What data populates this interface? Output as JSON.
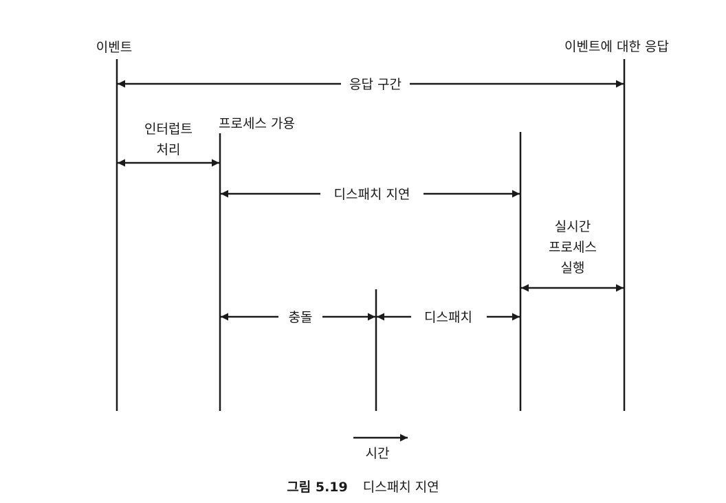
{
  "labels": {
    "event": "이벤트",
    "event_response": "이벤트에 대한 응답",
    "response_interval": "응답 구간",
    "interrupt_processing_line1": "인터럽트",
    "interrupt_processing_line2": "처리",
    "process_available": "프로세스 가용",
    "dispatch_latency": "디스패치 지연",
    "rt_process_line1": "실시간",
    "rt_process_line2": "프로세스",
    "rt_process_line3": "실행",
    "conflict": "충돌",
    "dispatch": "디스패치",
    "time": "시간"
  },
  "caption": {
    "number": "그림 5.19",
    "title": "디스패치 지연"
  }
}
